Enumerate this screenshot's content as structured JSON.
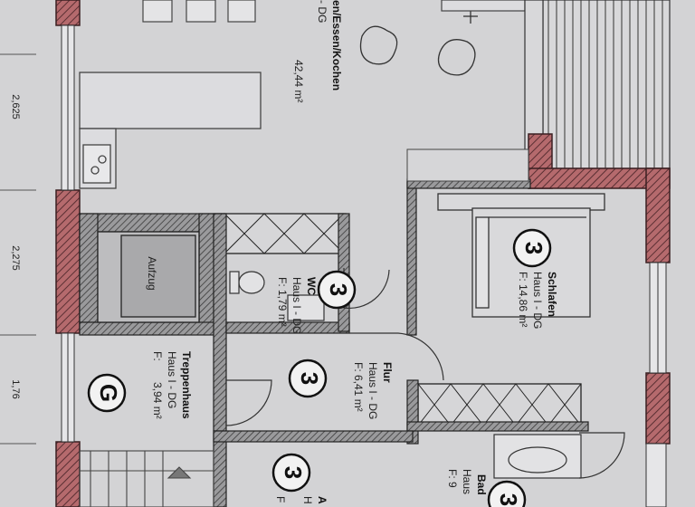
{
  "rooms": {
    "living": {
      "name": "en/Essen/Kochen",
      "house": "- DG",
      "area": "42,44 m²"
    },
    "schlafen": {
      "number": "3",
      "name": "Schlafen",
      "house": "Haus I - DG",
      "area": "F: 14,86 m²"
    },
    "wc": {
      "number": "3",
      "name": "WC",
      "house": "Haus I - DG",
      "area": "F: 1,79 m²"
    },
    "flur": {
      "number": "3",
      "name": "Flur",
      "house": "Haus I - DG",
      "area": "F: 6,41 m²"
    },
    "treppenhaus": {
      "number": "G",
      "name": "Treppenhaus",
      "house": "Haus I - DG",
      "area_label": "F:",
      "area": "3,94 m²"
    },
    "aufzug": {
      "name": "Aufzug"
    },
    "bad": {
      "name": "Bad",
      "house": "Haus",
      "area": "F: 9"
    },
    "room_a": {
      "number": "3",
      "name": "A",
      "house": "H",
      "area": "F"
    },
    "room_br": {
      "number": "3"
    }
  },
  "dimensions": [
    "2,625",
    "2,275",
    "1,76"
  ]
}
